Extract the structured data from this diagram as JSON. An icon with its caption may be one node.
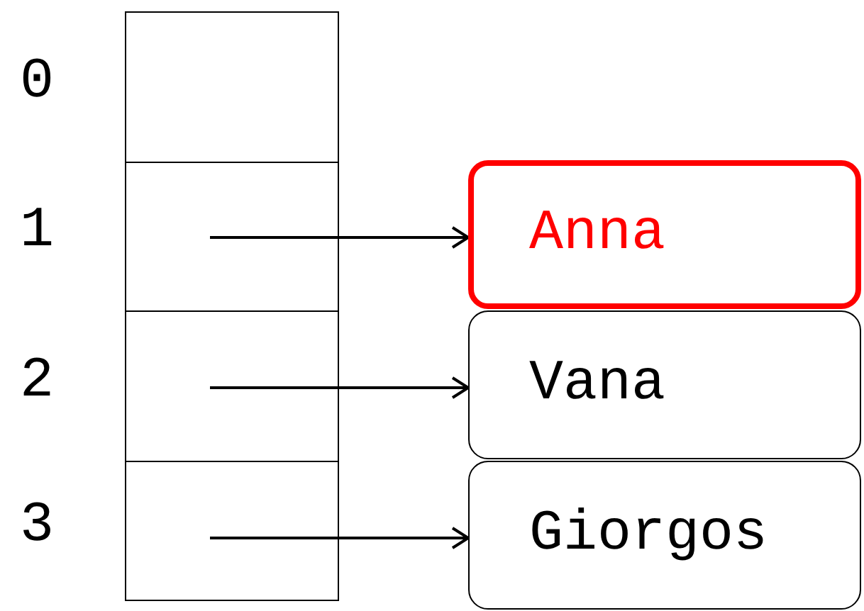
{
  "diagram": {
    "nodes": [
      {
        "text": [],
        "shape": "box"
      },
      {
        "text": [],
        "shape": "box"
      },
      {
        "text": [],
        "shape": "box"
      },
      {
        "text": [],
        "shape": "box"
      },
      {
        "text": [
          "Anna"
        ]
      },
      {
        "text": [
          "Vana"
        ]
      },
      {
        "text": [
          "Giorgos"
        ]
      }
    ],
    "edges": [
      {
        "from": 1,
        "to": 4,
        "arrow": "to"
      },
      {
        "from": 2,
        "to": 5,
        "arrow": "to"
      },
      {
        "from": 3,
        "to": 6,
        "arrow": "to"
      }
    ],
    "labels": [
      "0",
      "1",
      "2",
      "3"
    ]
  }
}
